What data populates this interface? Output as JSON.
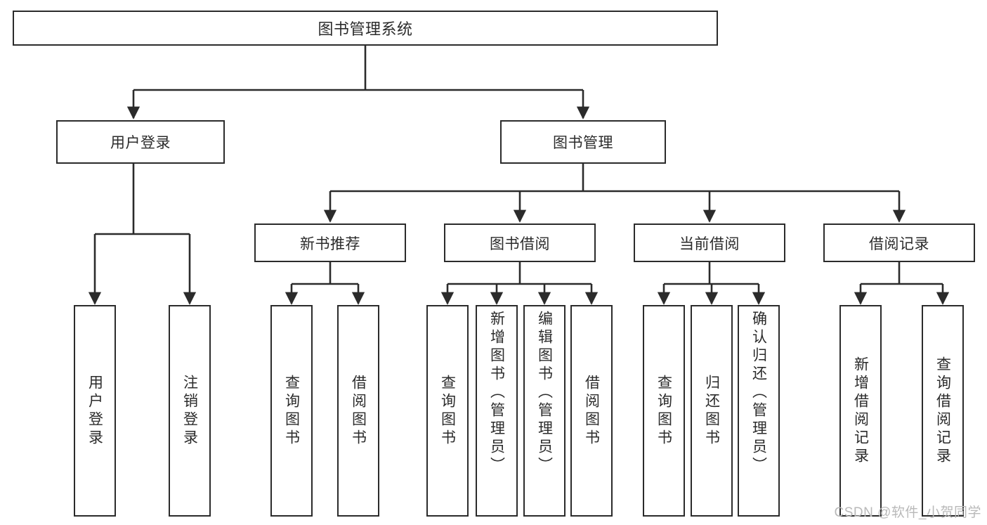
{
  "diagram": {
    "title": "图书管理系统",
    "type": "hierarchy-tree",
    "root": {
      "label": "图书管理系统"
    },
    "level1": [
      {
        "id": "user-login",
        "label": "用户登录"
      },
      {
        "id": "book-management",
        "label": "图书管理"
      }
    ],
    "level2": [
      {
        "id": "new-book-recommend",
        "label": "新书推荐",
        "parent": "book-management"
      },
      {
        "id": "book-borrow",
        "label": "图书借阅",
        "parent": "book-management"
      },
      {
        "id": "current-borrow",
        "label": "当前借阅",
        "parent": "book-management"
      },
      {
        "id": "borrow-record",
        "label": "借阅记录",
        "parent": "book-management"
      }
    ],
    "leaves": {
      "user-login": [
        {
          "id": "leaf-user-login",
          "label": "用户登录"
        },
        {
          "id": "leaf-logout",
          "label": "注销登录"
        }
      ],
      "new-book-recommend": [
        {
          "id": "leaf-query-book-1",
          "label": "查询图书"
        },
        {
          "id": "leaf-borrow-book-1",
          "label": "借阅图书"
        }
      ],
      "book-borrow": [
        {
          "id": "leaf-query-book-2",
          "label": "查询图书"
        },
        {
          "id": "leaf-add-book",
          "label": "新增图书（管理员）"
        },
        {
          "id": "leaf-edit-book",
          "label": "编辑图书（管理员）"
        },
        {
          "id": "leaf-borrow-book-2",
          "label": "借阅图书"
        }
      ],
      "current-borrow": [
        {
          "id": "leaf-query-book-3",
          "label": "查询图书"
        },
        {
          "id": "leaf-return-book",
          "label": "归还图书"
        },
        {
          "id": "leaf-confirm-return",
          "label": "确认归还（管理员）"
        }
      ],
      "borrow-record": [
        {
          "id": "leaf-add-record",
          "label": "新增借阅记录"
        },
        {
          "id": "leaf-query-record",
          "label": "查询借阅记录"
        }
      ]
    }
  },
  "watermark": {
    "text": "CSDN @软件_小贺同学"
  },
  "colors": {
    "stroke": "#2b2b2b",
    "background": "#ffffff",
    "text": "#2b2b2b",
    "watermark": "#b9b9b9"
  }
}
